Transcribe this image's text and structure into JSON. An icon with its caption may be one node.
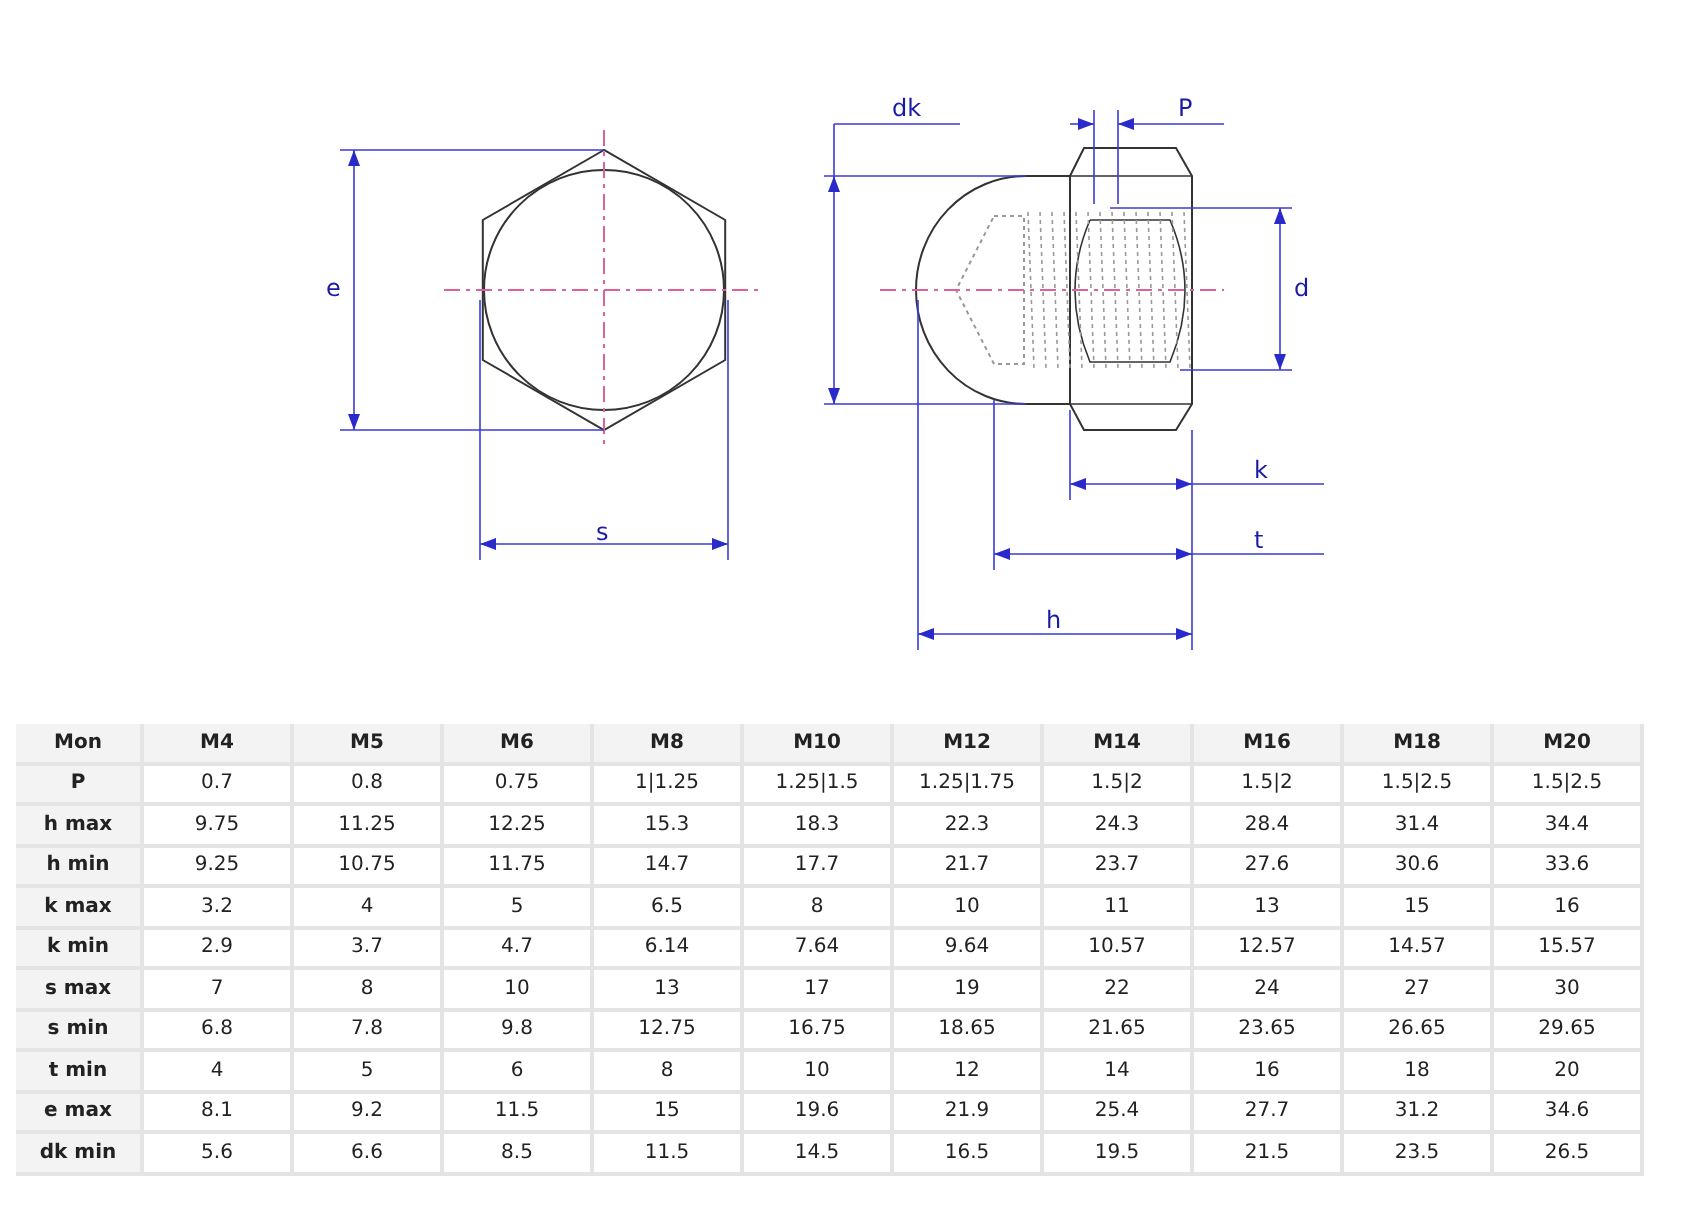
{
  "diagram": {
    "labels": [
      "e",
      "s",
      "dk",
      "P",
      "d",
      "k",
      "t",
      "h",
      "Mon",
      "M4",
      "M5",
      "M6",
      "M8",
      "M10",
      "M12",
      "M14",
      "M16",
      "M18",
      "M20",
      "P",
      "0.7",
      "0.8",
      "0.75",
      "1|1.25",
      "1.25|1.5",
      "1.25|1.75",
      "1.5|2",
      "1.5|2",
      "1.5|2.5",
      "1.5|2.5",
      "h max",
      "9.75",
      "11.25",
      "12.25",
      "15.3",
      "18.3",
      "22.3",
      "24.3",
      "28.4",
      "31.4",
      "34.4",
      "h min",
      "9.25",
      "10.75",
      "11.75",
      "14.7",
      "17.7",
      "21.7",
      "23.7",
      "27.6",
      "30.6",
      "33.6",
      "k max",
      "3.2",
      "4",
      "5",
      "6.5",
      "8",
      "10",
      "11",
      "13",
      "15",
      "16",
      "k min",
      "2.9",
      "3.7",
      "4.7",
      "6.14",
      "7.64",
      "9.64",
      "10.57",
      "12.57",
      "14.57",
      "15.57",
      "s max",
      "7",
      "8",
      "10",
      "13",
      "17",
      "19",
      "22",
      "24",
      "27",
      "30",
      "s min",
      "6.8",
      "7.8",
      "9.8",
      "12.75",
      "16.75",
      "18.65",
      "21.65",
      "23.65",
      "26.65",
      "29.65",
      "t min",
      "4",
      "5",
      "6",
      "8",
      "10",
      "12",
      "14",
      "16",
      "18",
      "20",
      "e max",
      "8.1",
      "9.2",
      "11.5",
      "15",
      "19.6",
      "21.9",
      "25.4",
      "27.7",
      "31.2",
      "34.6",
      "dk min",
      "5.6",
      "6.6",
      "8.5",
      "11.5",
      "14.5",
      "16.5",
      "19.5",
      "21.5",
      "23.5",
      "26.5"
    ]
  }
}
